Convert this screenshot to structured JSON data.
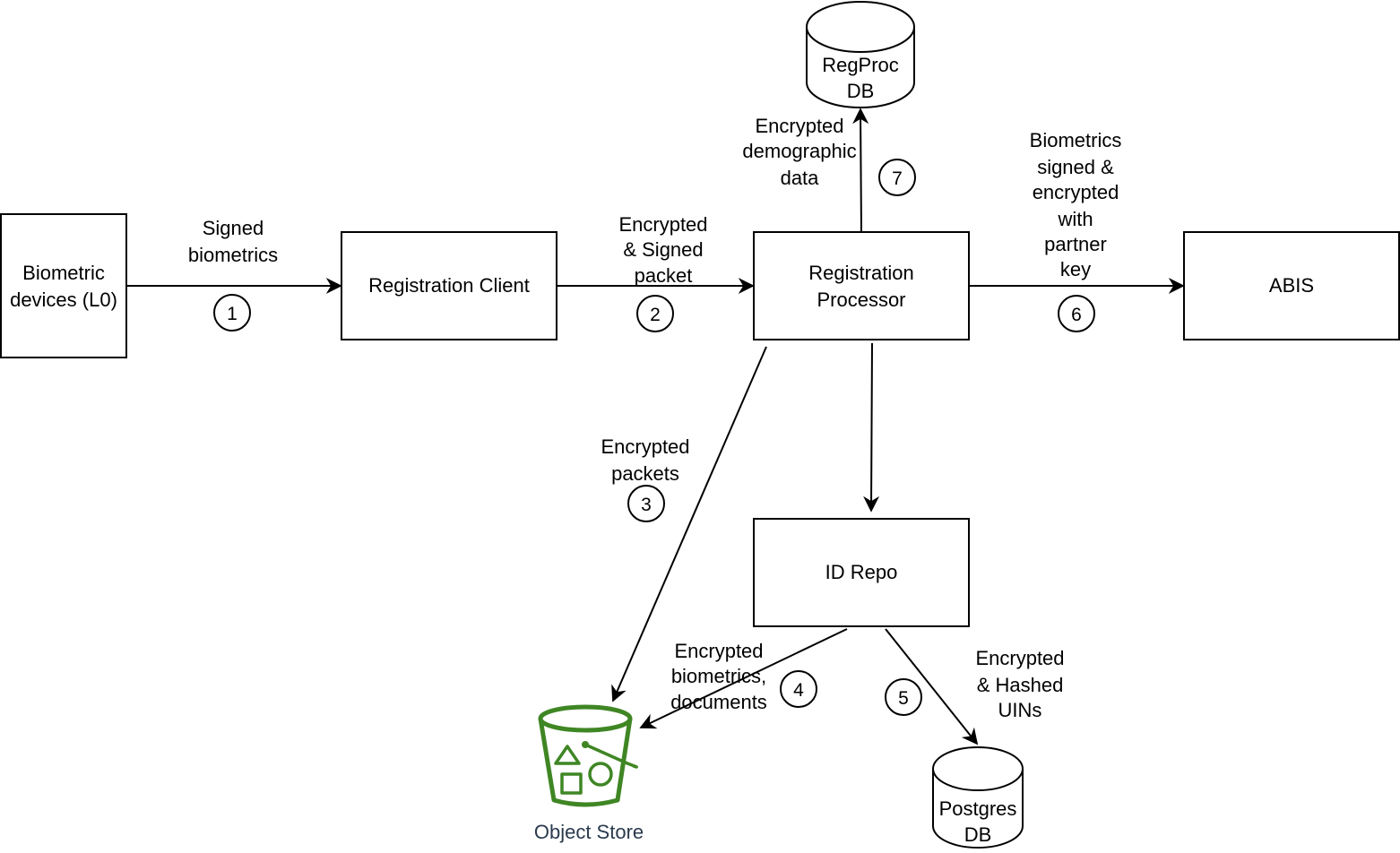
{
  "nodes": {
    "biometric_devices": [
      "Biometric",
      "devices (L0)"
    ],
    "registration_client": "Registration Client",
    "registration_processor": [
      "Registration",
      "Processor"
    ],
    "abis": "ABIS",
    "id_repo": "ID Repo",
    "regproc_db": [
      "RegProc",
      "DB"
    ],
    "postgres_db": [
      "Postgres",
      "DB"
    ],
    "object_store": "Object Store"
  },
  "edges": {
    "e1": {
      "num": "1",
      "label": [
        "Signed",
        "biometrics"
      ]
    },
    "e2": {
      "num": "2",
      "label": [
        "Encrypted",
        "& Signed",
        "packet"
      ]
    },
    "e3": {
      "num": "3",
      "label": [
        "Encrypted",
        "packets"
      ]
    },
    "e4": {
      "num": "4",
      "label": [
        "Encrypted",
        "biometrics,",
        "documents"
      ]
    },
    "e5": {
      "num": "5",
      "label": [
        "Encrypted",
        "& Hashed",
        "UINs"
      ]
    },
    "e6": {
      "num": "6",
      "label": [
        "Biometrics",
        "signed &",
        "encrypted",
        "with",
        "partner",
        "key"
      ]
    },
    "e7": {
      "num": "7",
      "label": [
        "Encrypted",
        "demographic",
        "data"
      ]
    }
  },
  "colors": {
    "object_store_icon": "#3f8624",
    "object_store_label": "#2a3a4d"
  },
  "icons": {
    "object_store": "bucket-icon",
    "database": "database-cylinder-icon"
  }
}
